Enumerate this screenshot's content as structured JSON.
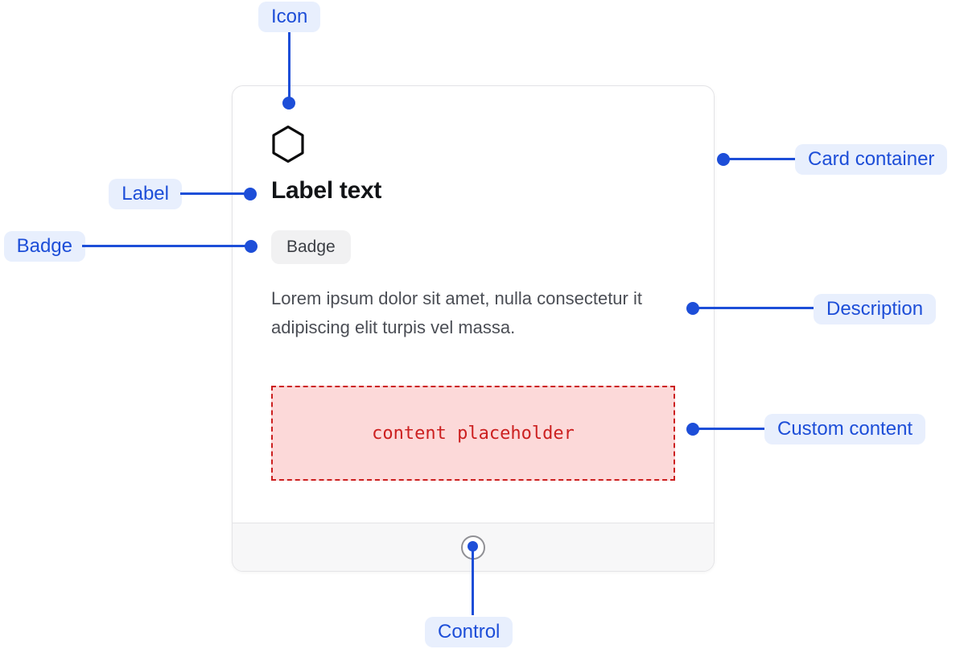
{
  "card": {
    "icon": "hexagon-icon",
    "label_text": "Label text",
    "badge_text": "Badge",
    "description": "Lorem ipsum dolor sit amet, nulla consectetur it adipiscing elit turpis vel massa.",
    "placeholder_text": "content placeholder",
    "control_icon": "circle-dot-icon"
  },
  "annotations": {
    "icon": {
      "label": "Icon"
    },
    "label": {
      "label": "Label"
    },
    "badge": {
      "label": "Badge"
    },
    "card_container": {
      "label": "Card container"
    },
    "description": {
      "label": "Description"
    },
    "custom_content": {
      "label": "Custom content"
    },
    "control": {
      "label": "Control"
    }
  },
  "colors": {
    "annotation_blue": "#1d4ed8",
    "annotation_pill_bg": "#e8effd",
    "card_border": "#e4e4e7",
    "footer_bg": "#f7f7f8",
    "badge_bg": "#f1f1f2",
    "placeholder_bg": "#fcd9d9",
    "placeholder_red": "#cc2020",
    "icon_black": "#0b0b0c"
  }
}
